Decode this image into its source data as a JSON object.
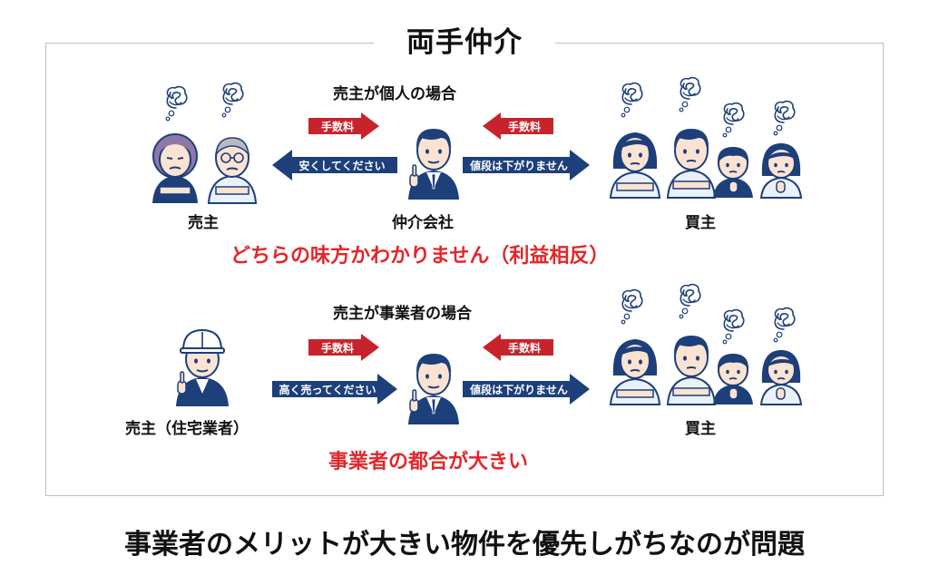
{
  "title": "両手仲介",
  "case1": {
    "heading": "売主が個人の場合",
    "fee_left": "手数料",
    "fee_right": "手数料",
    "msg_left": "安くしてください",
    "msg_right": "値段は下がりません",
    "seller_label": "売主",
    "agent_label": "仲介会社",
    "buyer_label": "買主",
    "warning": "どちらの味方かわかりません（利益相反）"
  },
  "case2": {
    "heading": "売主が事業者の場合",
    "fee_left": "手数料",
    "fee_right": "手数料",
    "msg_left": "高く売ってください",
    "msg_right": "値段は下がりません",
    "seller_label": "売主（住宅業者）",
    "buyer_label": "買主",
    "warning": "事業者の都合が大きい"
  },
  "conclusion": "事業者のメリットが大きい物件を優先しがちなのが問題",
  "colors": {
    "navy": "#1d3f7a",
    "red_arrow": "#c8232c",
    "warning_red": "#e3262a",
    "skin": "#fbe3d2",
    "frame": "#b9c0cf"
  }
}
